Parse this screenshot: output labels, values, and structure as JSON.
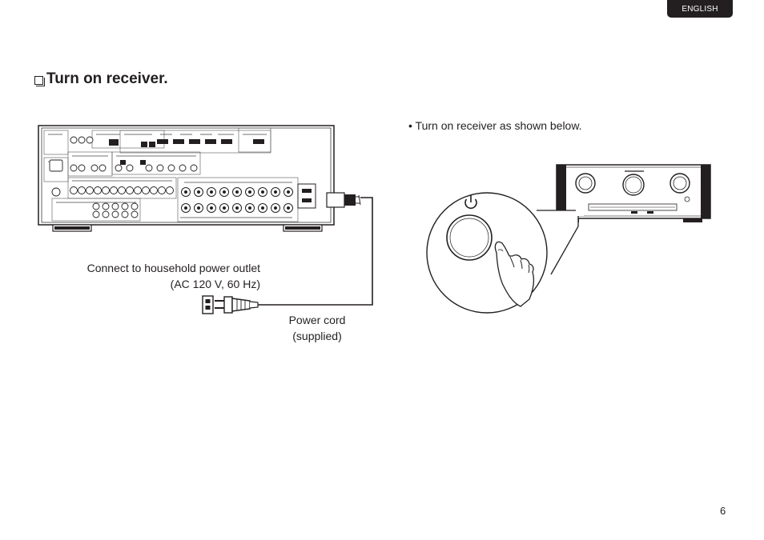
{
  "header": {
    "language_tab": "ENGLISH"
  },
  "section": {
    "heading": "Turn on receiver.",
    "instruction": "• Turn on receiver as shown below."
  },
  "labels": {
    "outlet_line1": "Connect to household power outlet",
    "outlet_line2": "(AC 120 V, 60 Hz)",
    "cord_line1": "Power cord",
    "cord_line2": "(supplied)"
  },
  "footer": {
    "page_number": "6"
  },
  "icons": [
    "checkbox-icon",
    "power-icon",
    "hand-icon",
    "power-plug-icon",
    "wall-outlet-icon"
  ]
}
